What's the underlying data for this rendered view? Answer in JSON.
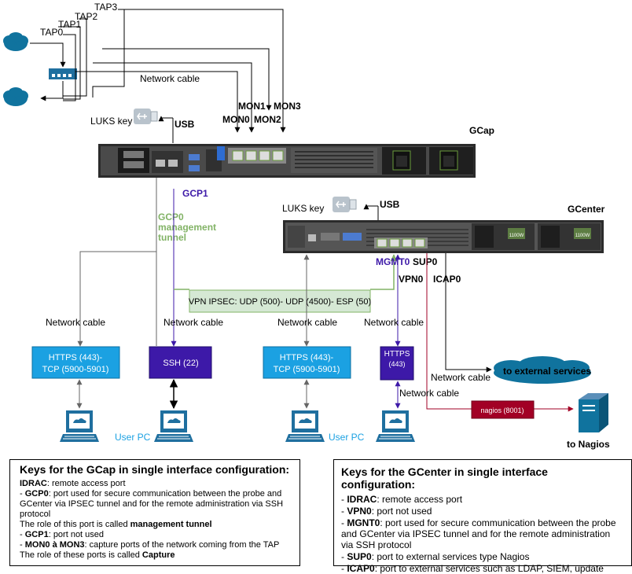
{
  "labels": {
    "tap0": "TAP0",
    "tap1": "TAP1",
    "tap2": "TAP2",
    "tap3": "TAP3",
    "network_cable": "Network cable",
    "mon0": "MON0",
    "mon1": "MON1",
    "mon2": "MON2",
    "mon3": "MON3",
    "luks_key": "LUKS key",
    "usb": "USB",
    "gcap": "GCap",
    "gcenter": "GCenter",
    "gcp1": "GCP1",
    "gcp0_line1": "GCP0",
    "gcp0_line2": "management",
    "gcp0_line3": "tunnel",
    "mgmt0": "MGMT0",
    "sup0": "SUP0",
    "vpn0": "VPN0",
    "icap0": "ICAP0",
    "vpn_ipsec": "VPN IPSEC: UDP (500)- UDP (4500)- ESP (50)",
    "https_tcp_1": "HTTPS (443)-",
    "https_tcp_2": "TCP (5900-5901)",
    "ssh": "SSH (22)",
    "https": "HTTPS",
    "https_port": "(443)",
    "user_pc": "User PC",
    "to_external": "to external services",
    "nagios_port": "nagios (8001)",
    "to_nagios": "to Nagios",
    "psu_1": "1100W",
    "psu_2": "1100W"
  },
  "gcap_keys": {
    "title": "Keys for the GCap in single interface configuration:",
    "idrac_term": "IDRAC",
    "idrac_desc": ": remote access port",
    "gcp0_prefix": "- ",
    "gcp0_term": "GCP0",
    "gcp0_desc": ":  port used for secure communication between the probe and GCenter via IPSEC tunnel and for the remote administration via SSH protocol",
    "role1_text": "The role of this port is called ",
    "role1_term": "management tunnel",
    "gcp1_prefix": "- ",
    "gcp1_term": "GCP1",
    "gcp1_desc": ": port not used",
    "mon_prefix": "- ",
    "mon_term": "MON0 à MON3",
    "mon_desc": ": capture ports of the network coming from the TAP",
    "role2_text": "The role of these ports is called ",
    "role2_term": "Capture"
  },
  "gcenter_keys": {
    "title": "Keys for the GCenter in single interface configuration:",
    "idrac_prefix": "- ",
    "idrac_term": "IDRAC",
    "idrac_desc": ": remote access port",
    "vpn0_prefix": "- ",
    "vpn0_term": "VPN0",
    "vpn0_desc": ": port not used",
    "mgnt0_prefix": "- ",
    "mgnt0_term": "MGNT0",
    "mgnt0_desc": ": port used for secure communication between the probe and GCenter via IPSEC tunnel and for the remote administration via SSH protocol",
    "sup0_prefix": "- ",
    "sup0_term": "SUP0",
    "sup0_desc": ": port to external services type Nagios",
    "icap0_prefix": "- ",
    "icap0_term": "ICAP0",
    "icap0_desc": ": port to external services such as LDAP, SIEM, update"
  },
  "colors": {
    "purple": "#3d19a8",
    "blue_box": "#1ba1e2",
    "green": "#82b366",
    "green_fill": "#d5e8d4",
    "cloud": "#10739e",
    "pc": "#1f6f9f",
    "nagios_box": "#a20025",
    "navy": "#00008b"
  }
}
